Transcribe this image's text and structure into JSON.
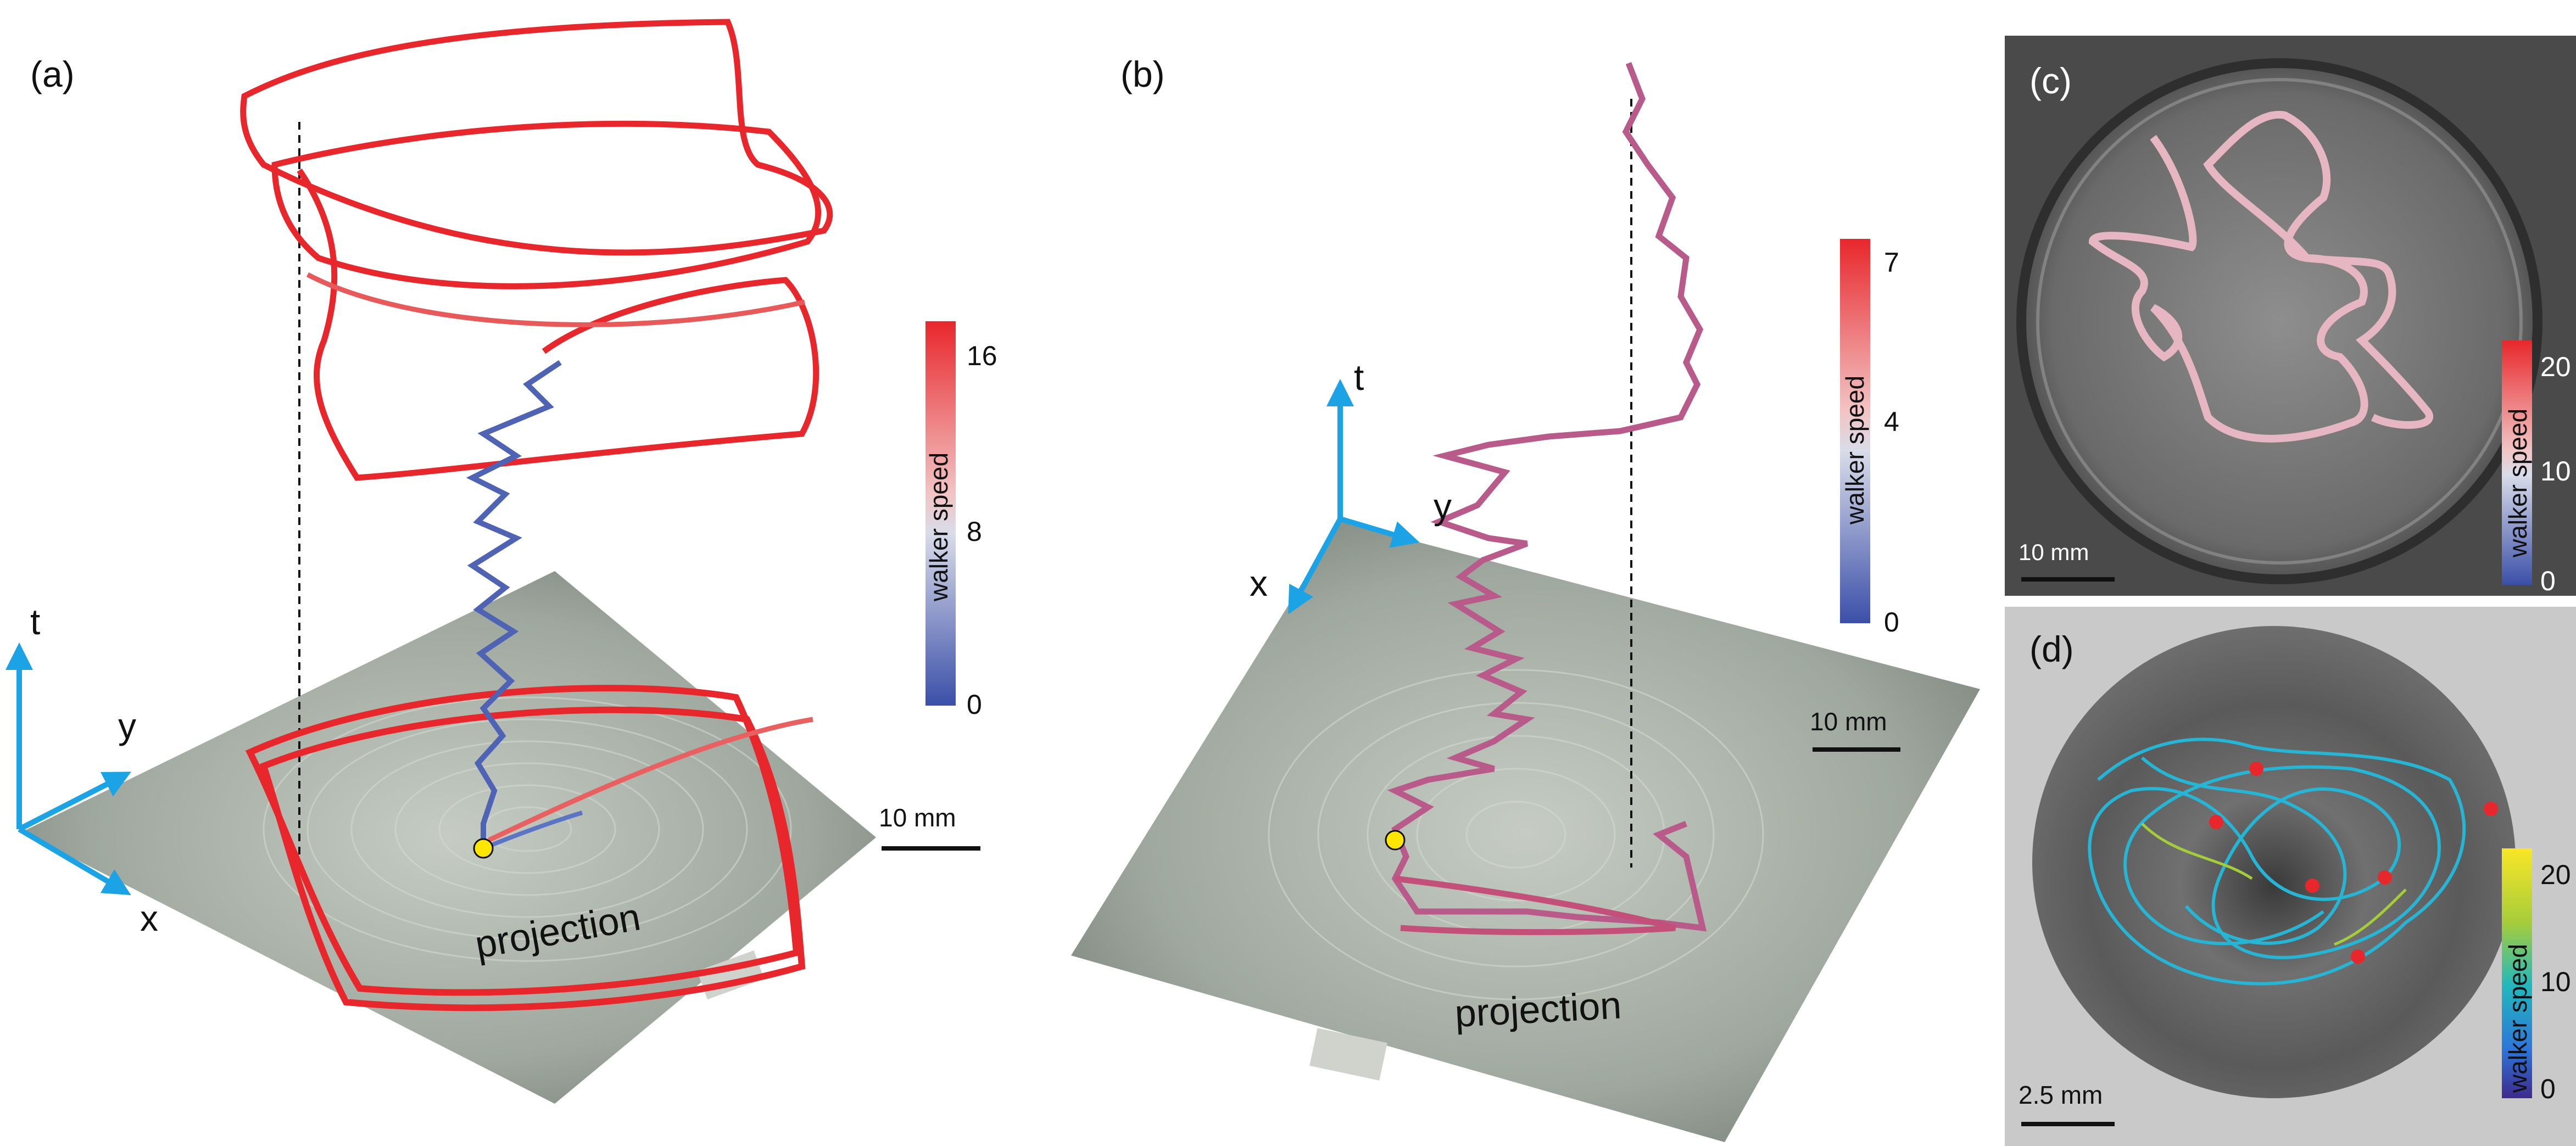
{
  "panels": {
    "a": {
      "label": "(a)",
      "axes": {
        "t": "t",
        "y": "y",
        "x": "x"
      },
      "projection": "projection",
      "scale_bar": "10 mm",
      "colorbar": {
        "title": "walker speed",
        "ticks": [
          "16",
          "8",
          "0"
        ]
      }
    },
    "b": {
      "label": "(b)",
      "axes": {
        "t": "t",
        "y": "y",
        "x": "x"
      },
      "projection": "projection",
      "scale_bar": "10 mm",
      "colorbar": {
        "title": "walker speed",
        "ticks": [
          "7",
          "4",
          "0"
        ]
      }
    },
    "c": {
      "label": "(c)",
      "scale_bar": "10 mm",
      "colorbar": {
        "title": "walker speed",
        "ticks": [
          "20",
          "10",
          "0"
        ]
      }
    },
    "d": {
      "label": "(d)",
      "scale_bar": "2.5 mm",
      "colorbar": {
        "title": "walker speed",
        "ticks": [
          "20",
          "10",
          "0"
        ]
      }
    }
  },
  "colors": {
    "axis_arrow": "#1ba3e6",
    "trajectory_fast": "#e8272c",
    "trajectory_slow": "#3b4fa8",
    "start_marker": "#ffe600",
    "plate": "#aab2a8",
    "photo_bg": "#5d5d5d",
    "cool_track": "#26b5d4",
    "dots": "#e8272c"
  },
  "icons": [
    "arrow-icon",
    "start-dot-icon"
  ]
}
